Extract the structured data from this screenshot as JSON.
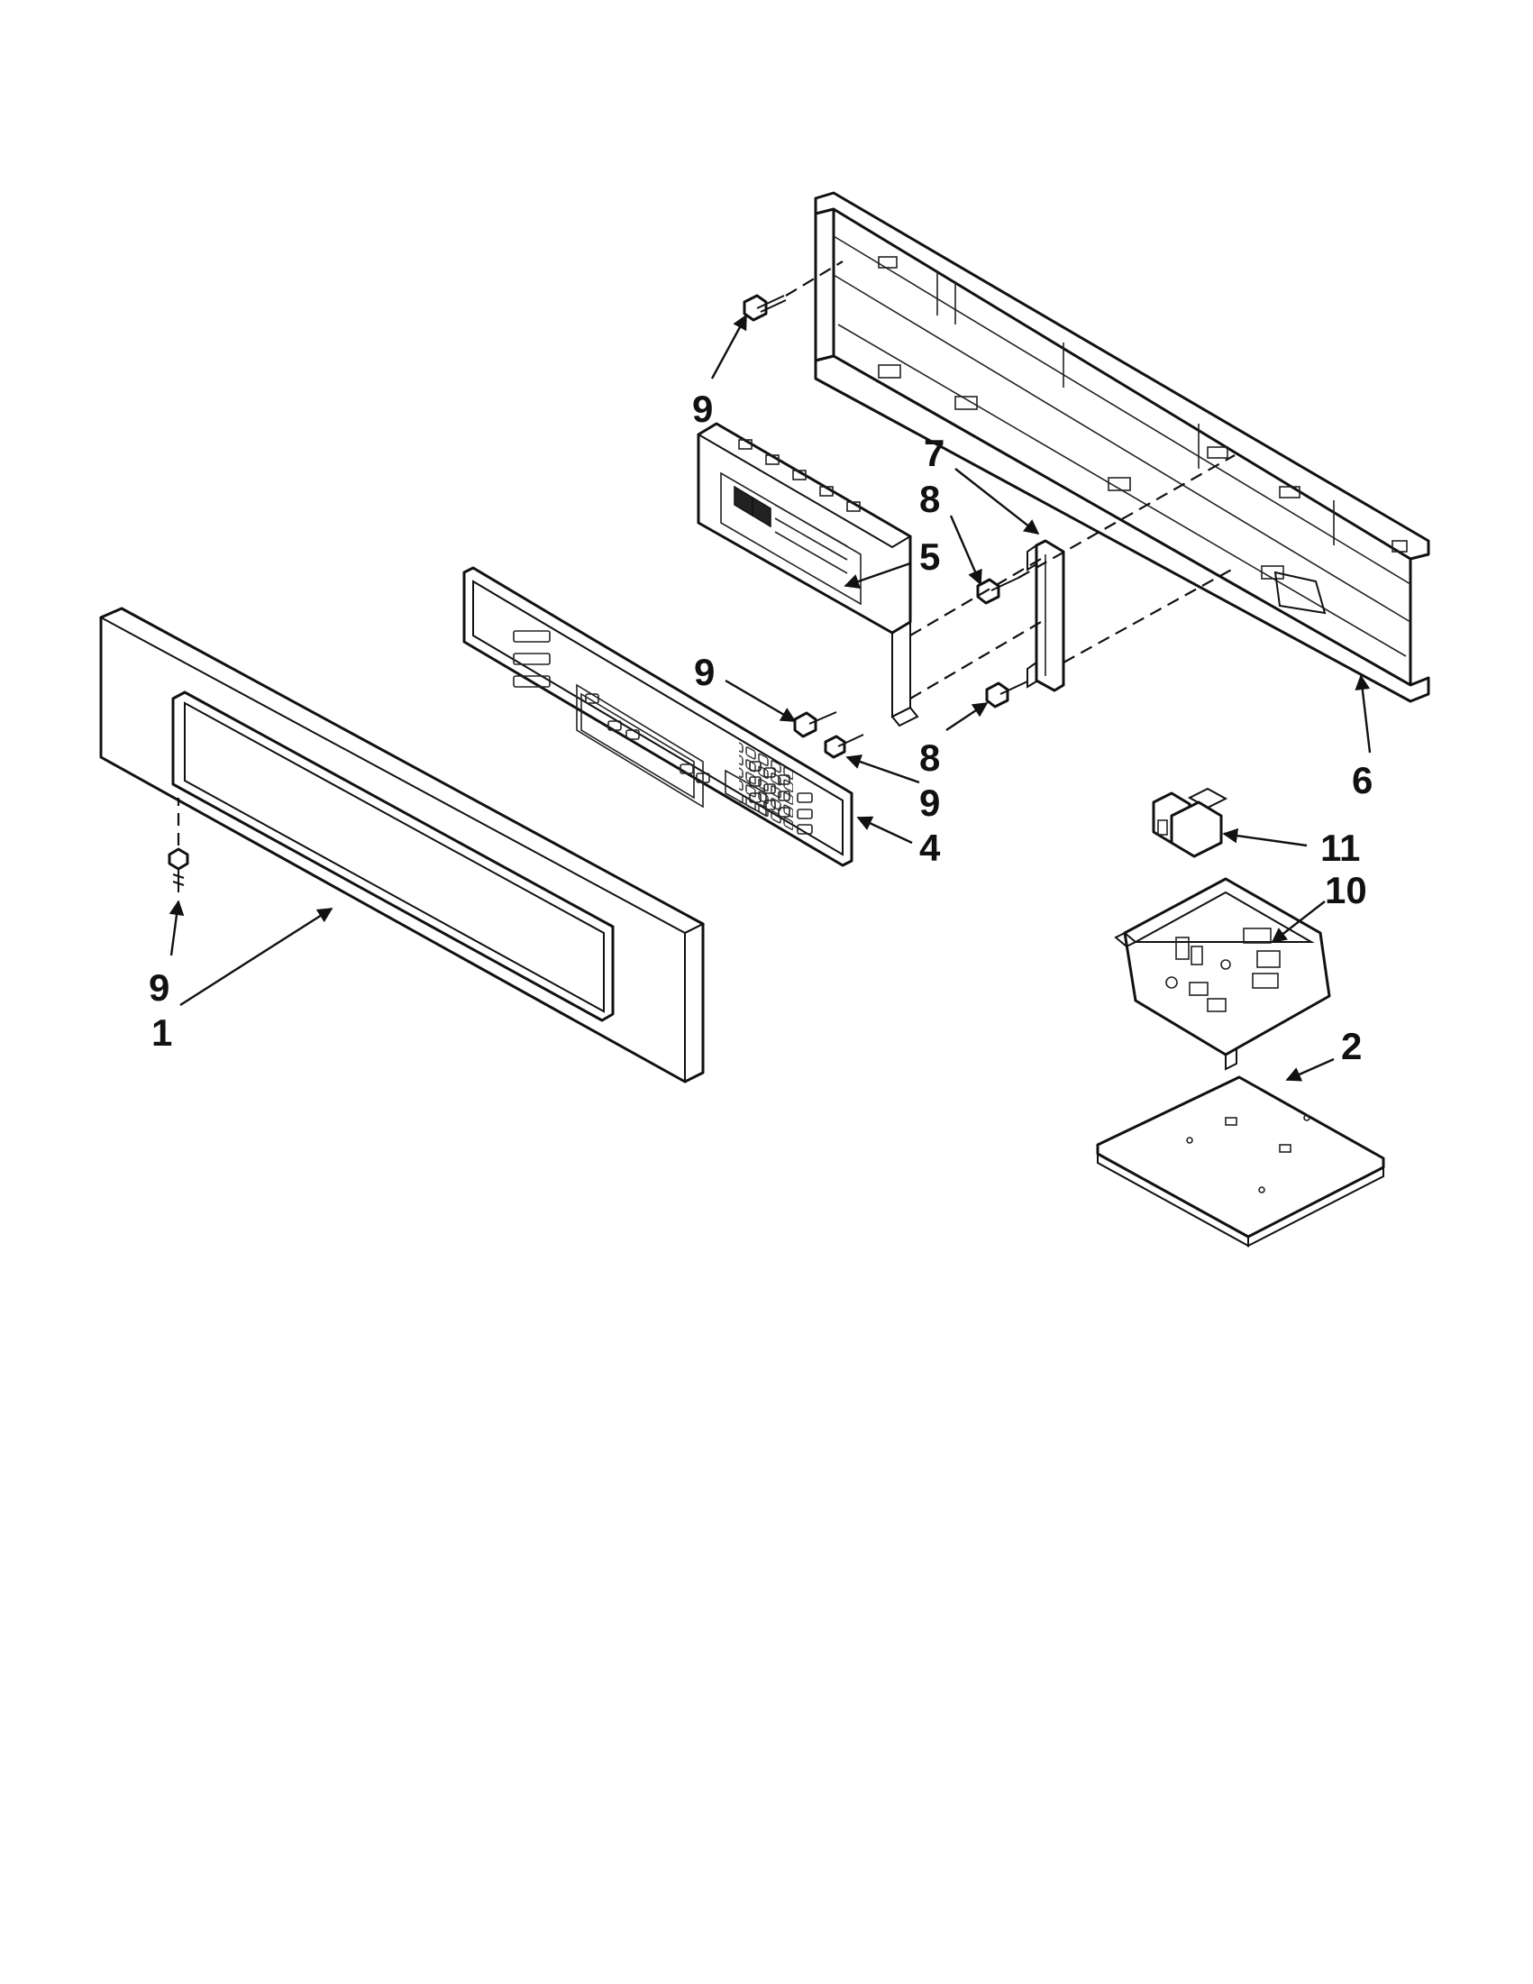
{
  "colors": {
    "line": "#111111",
    "background": "#ffffff"
  },
  "callouts": {
    "c1": "1",
    "c2": "2",
    "c4": "4",
    "c5": "5",
    "c6": "6",
    "c7": "7",
    "c8a": "8",
    "c8b": "8",
    "c9a": "9",
    "c9b": "9",
    "c9c": "9",
    "c9d": "9",
    "c10": "10",
    "c11": "11"
  }
}
